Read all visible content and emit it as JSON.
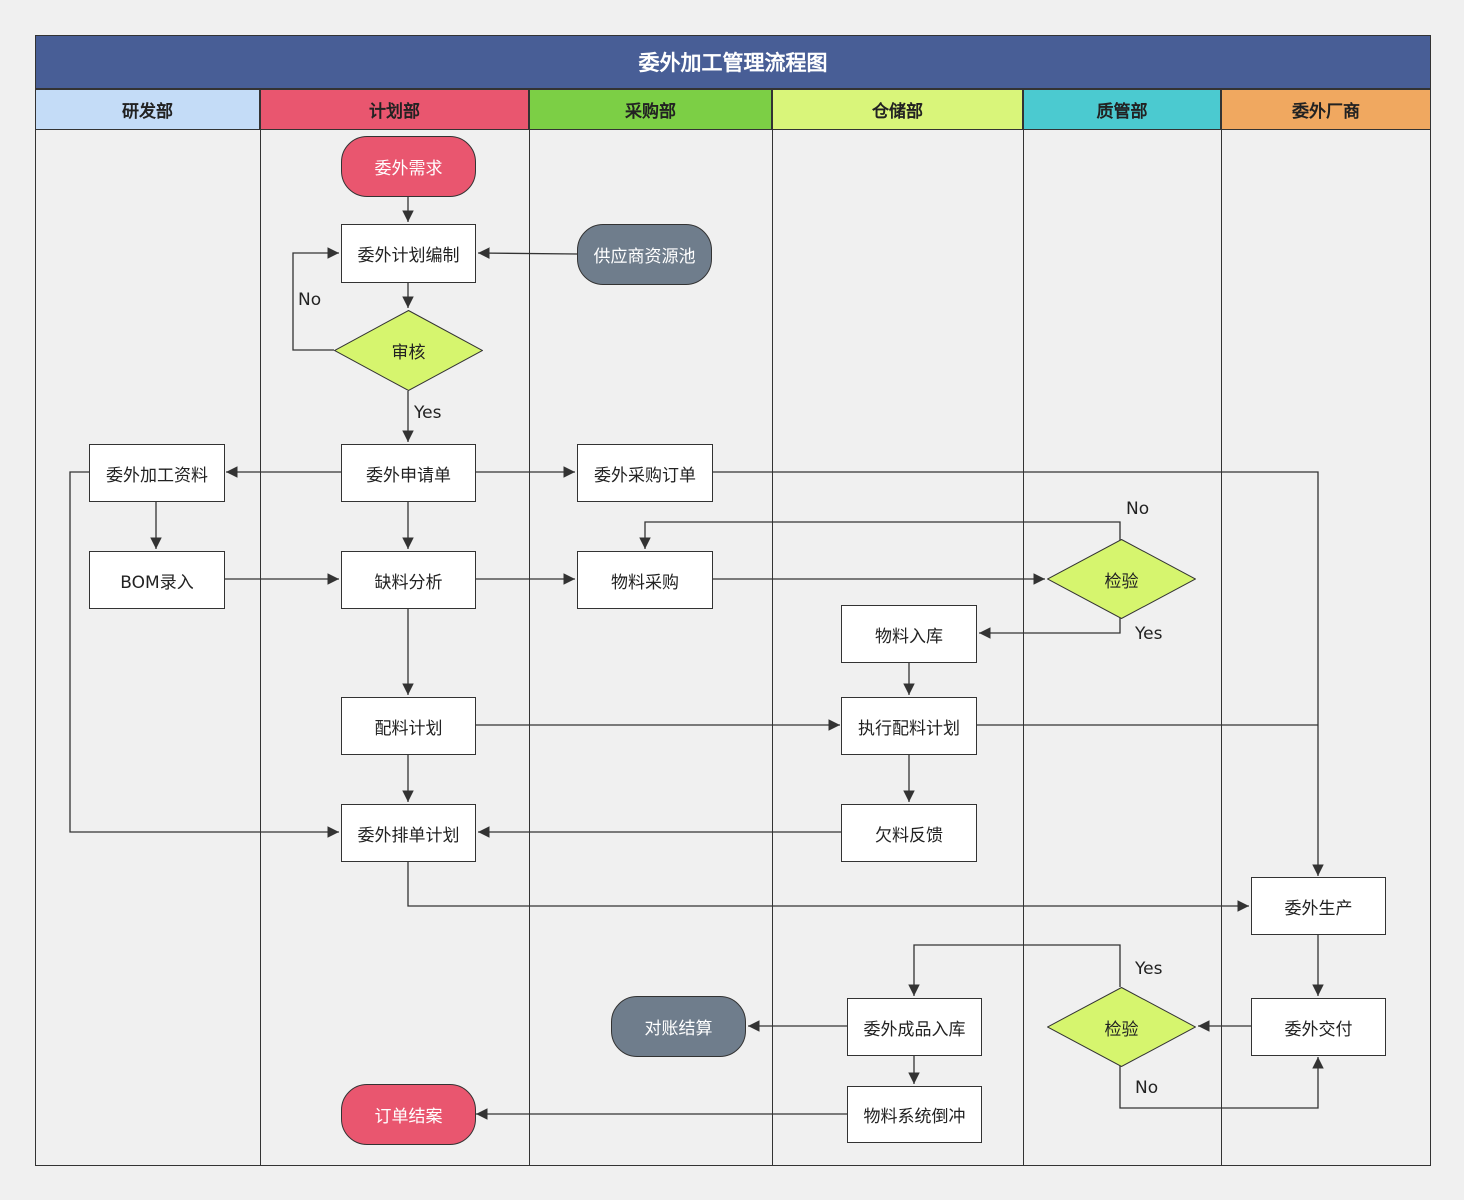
{
  "title": "委外加工管理流程图",
  "lanes": [
    {
      "name": "研发部",
      "color": "#c4dcf7"
    },
    {
      "name": "计划部",
      "color": "#e9566f"
    },
    {
      "name": "采购部",
      "color": "#7ccf45"
    },
    {
      "name": "仓储部",
      "color": "#d9f57a"
    },
    {
      "name": "质管部",
      "color": "#4bcad0"
    },
    {
      "name": "委外厂商",
      "color": "#f0a860"
    }
  ],
  "nodes": {
    "start": "委外需求",
    "plan_compile": "委外计划编制",
    "supplier_pool": "供应商资源池",
    "review": "审核",
    "outsource_request": "委外申请单",
    "outsource_material": "委外加工资料",
    "purchase_order": "委外采购订单",
    "bom_entry": "BOM录入",
    "shortage_analysis": "缺料分析",
    "material_purchase": "物料采购",
    "inspection_1": "检验",
    "material_inbound": "物料入库",
    "kitting_plan": "配料计划",
    "execute_kitting": "执行配料计划",
    "schedule_plan": "委外排单计划",
    "shortage_feedback": "欠料反馈",
    "outsource_production": "委外生产",
    "outsource_delivery": "委外交付",
    "inspection_2": "检验",
    "finished_inbound": "委外成品入库",
    "reconciliation": "对账结算",
    "backflush": "物料系统倒冲",
    "order_close": "订单结案"
  },
  "edge_labels": {
    "no_1": "No",
    "yes_1": "Yes",
    "no_2": "No",
    "yes_2": "Yes",
    "yes_3": "Yes",
    "no_3": "No"
  },
  "colors": {
    "title_bg": "#485e96",
    "terminal_red": "#e9566f",
    "terminal_gray": "#6f7d8c",
    "decision": "#d6f56e"
  }
}
